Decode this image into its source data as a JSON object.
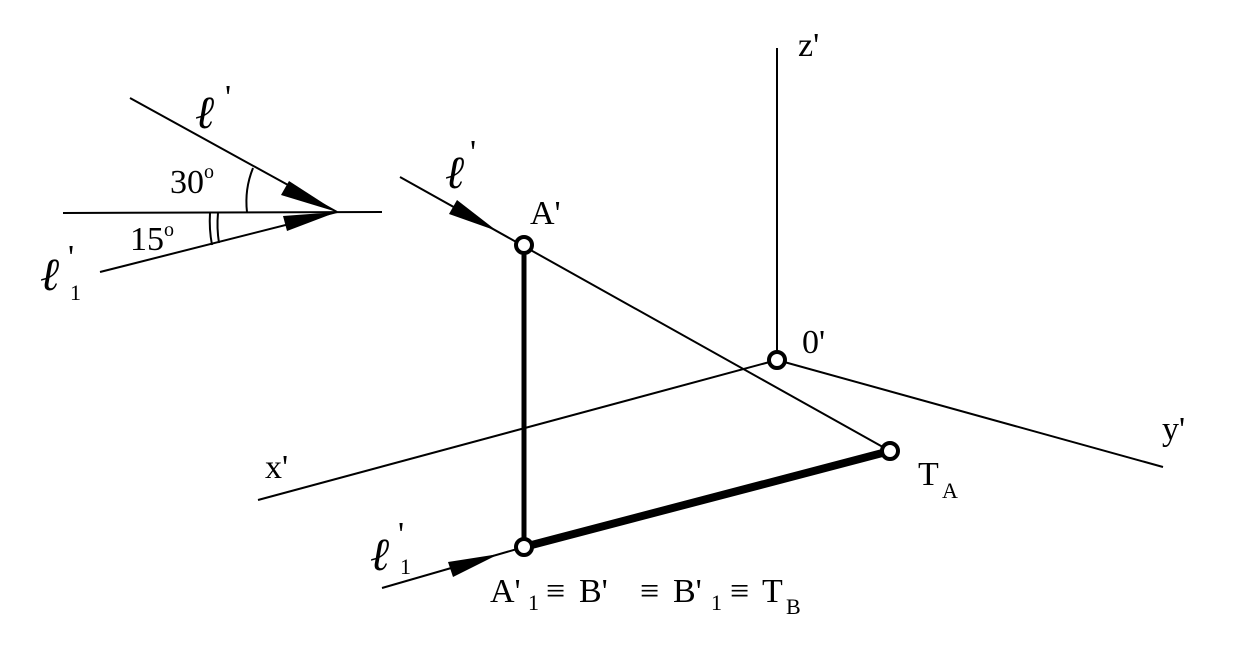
{
  "labels": {
    "z_axis": "z'",
    "x_axis": "x'",
    "y_axis": "y'",
    "origin": "0'",
    "point_a": "A'",
    "point_t": "T",
    "point_t_sub": "A",
    "bottom_label_a": "A'",
    "bottom_label_a_sub": "1",
    "equiv_1": "≡",
    "bottom_label_b": "B'",
    "equiv_2": "≡",
    "bottom_label_b1": "B'",
    "bottom_label_b1_sub": "1",
    "equiv_3": "≡",
    "bottom_label_t": "T",
    "bottom_label_t_sub": "B"
  },
  "directions": {
    "l_symbol": "ℓ",
    "prime": "'",
    "l1_sub": "1"
  },
  "angles": {
    "angle_30": "30",
    "angle_15": "15",
    "degree_sign": "o"
  }
}
